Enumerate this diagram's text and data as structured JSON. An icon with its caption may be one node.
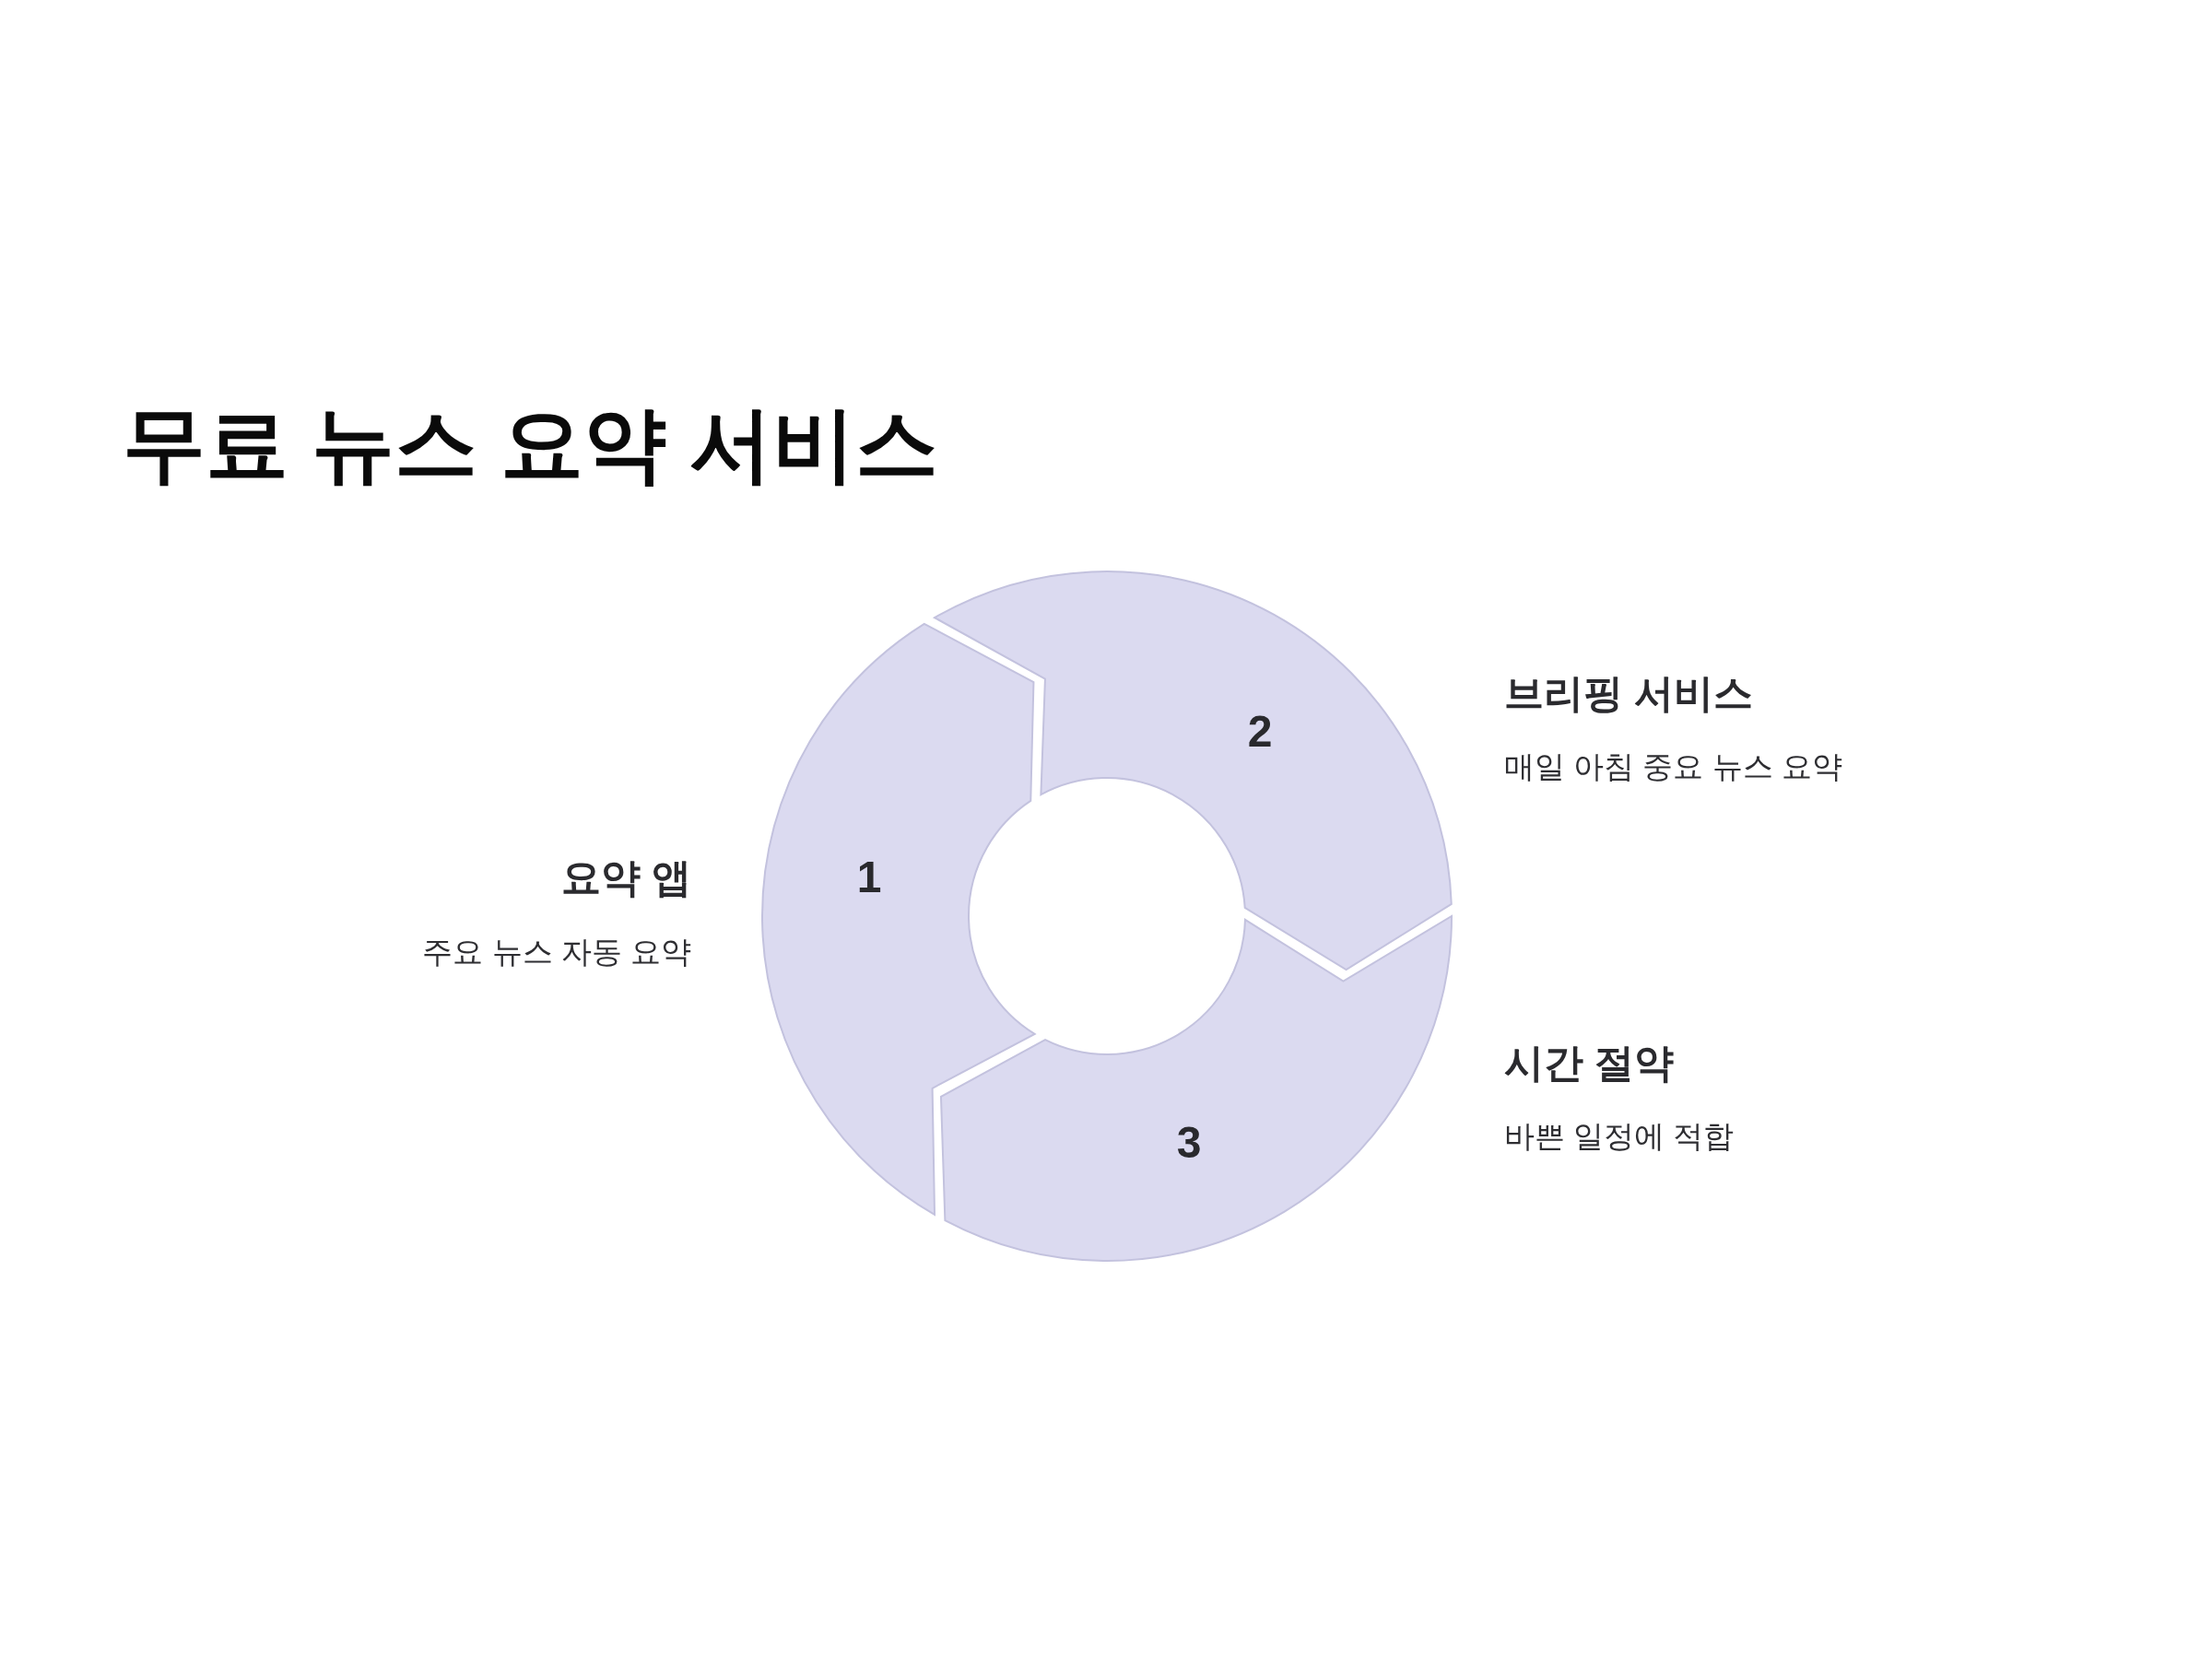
{
  "diagram": {
    "title": "무료 뉴스 요약 서비스",
    "nodes": [
      {
        "text": [
          "1"
        ],
        "beside": [
          "요약 앱",
          "주요 뉴스 자동 요약"
        ]
      },
      {
        "text": [
          "2"
        ],
        "beside": [
          "브리핑 서비스",
          "매일 아침 중요 뉴스 요약"
        ]
      },
      {
        "text": [
          "3"
        ],
        "beside": [
          "시간 절약",
          "바쁜 일정에 적합"
        ]
      }
    ]
  }
}
